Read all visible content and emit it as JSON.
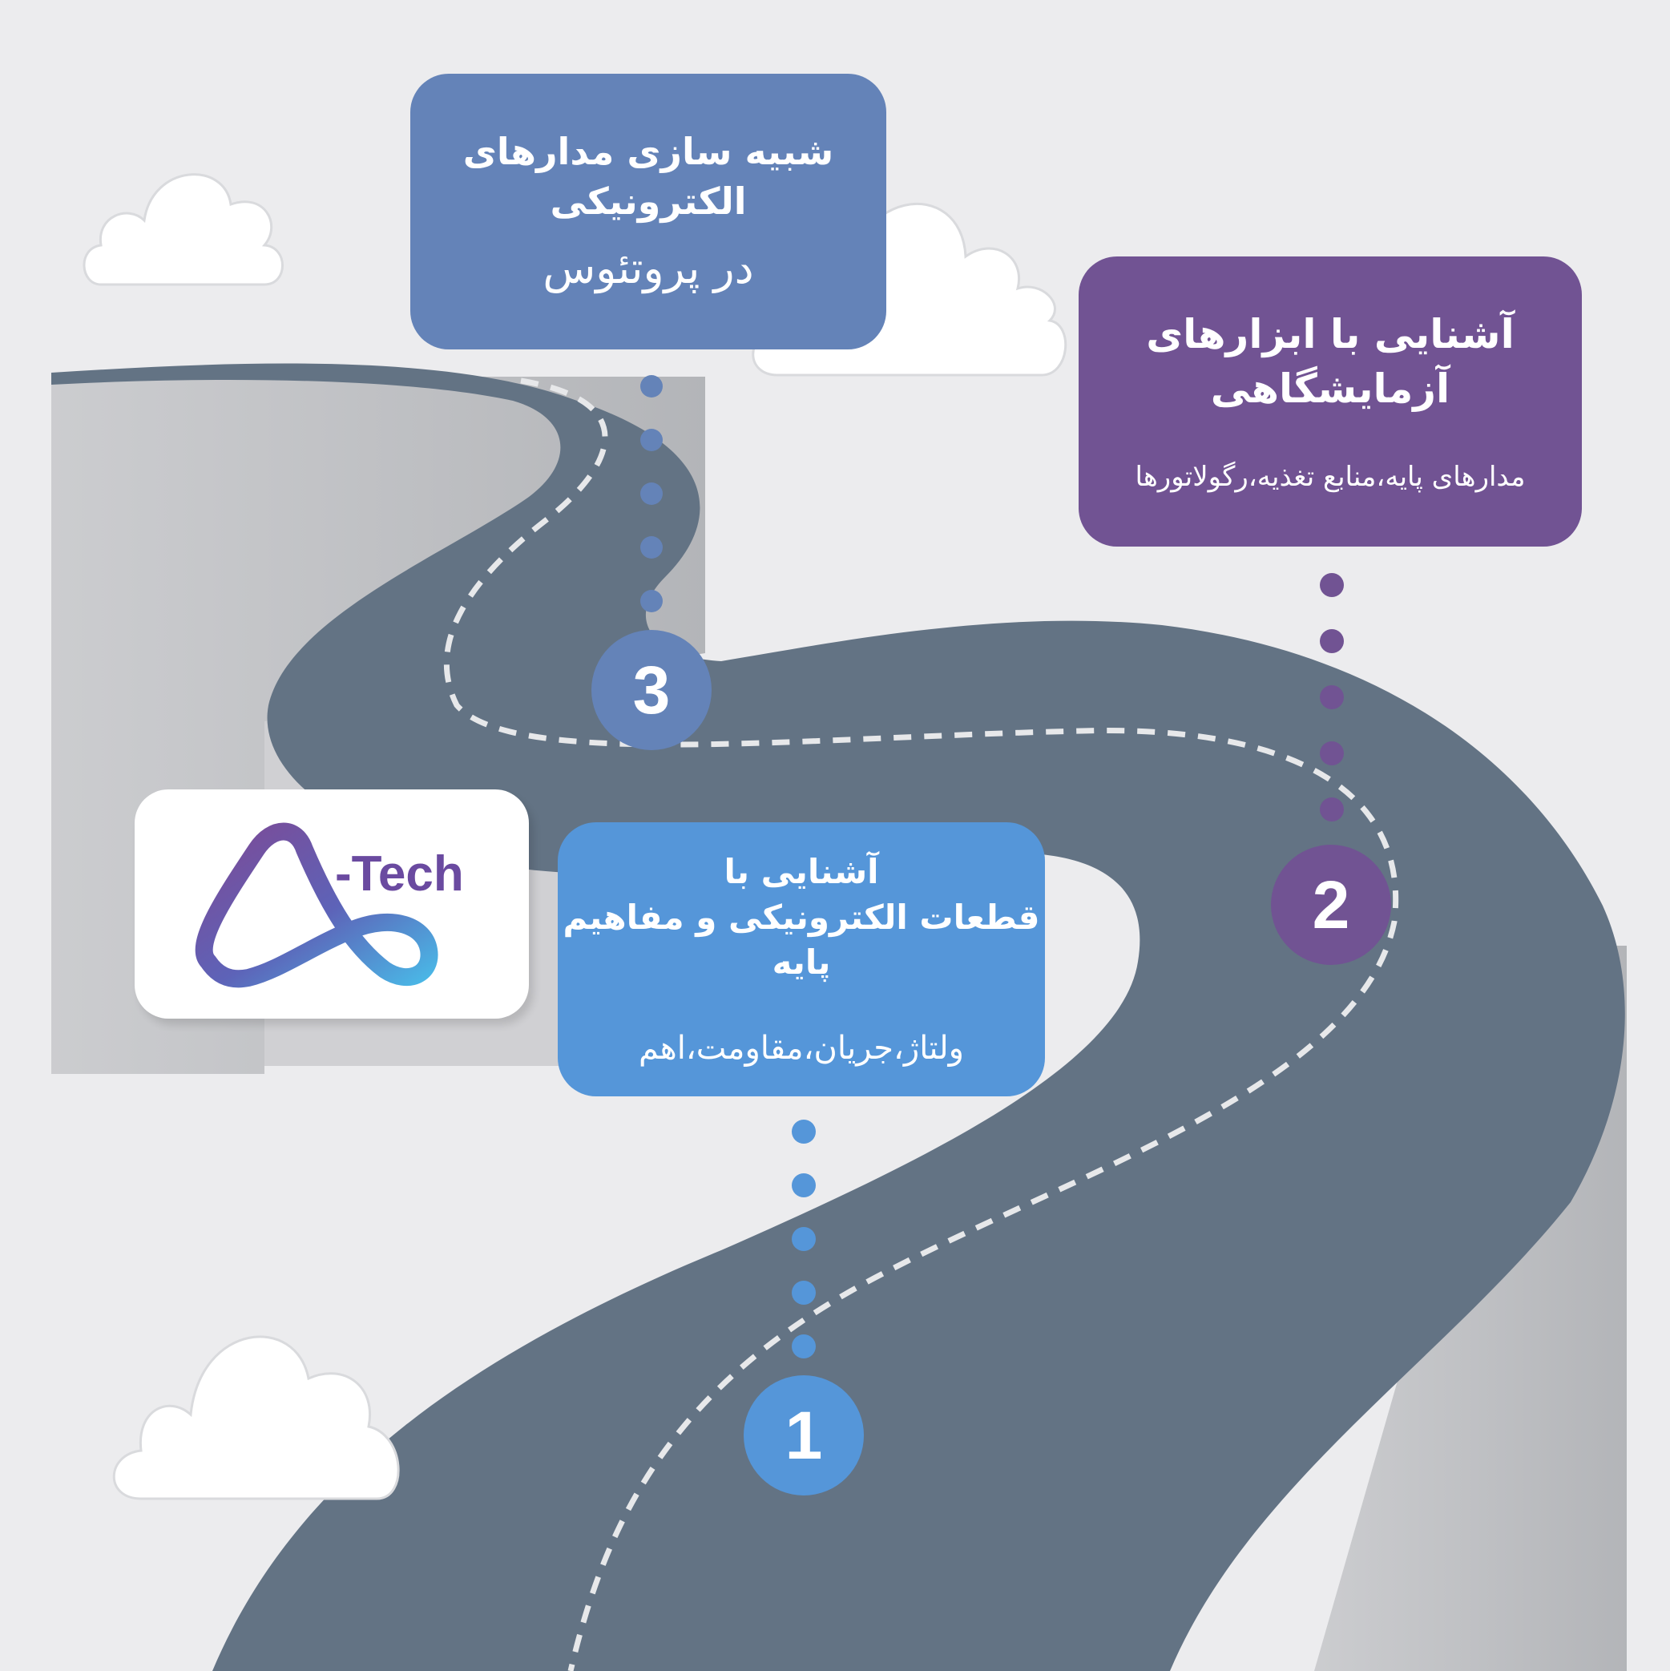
{
  "palette": {
    "background": "#ececee",
    "road": "#637384",
    "road_side": "#b7b8bb",
    "cloud": "#ffffff",
    "step1": "#5596d9",
    "step2": "#715393",
    "step3": "#6483b8",
    "logo_purple": "#6a4aa0",
    "logo_blue": "#4fb1e3"
  },
  "steps": [
    {
      "number": "1",
      "title_line1": "آشنایی با",
      "title_line2": "قطعات الکترونیکی و مفاهیم پایه",
      "subtitle": "ولتاژ،جریان،مقاومت،اهم",
      "color": "#5596d9"
    },
    {
      "number": "2",
      "title": "آشنایی با ابزارهای آزمایشگاهی",
      "subtitle": "مدارهای پایه،منابع تغذیه،رگولاتورها",
      "color": "#715393"
    },
    {
      "number": "3",
      "title": "شبیه سازی مدارهای الکترونیکی",
      "subtitle": "در پروتئوس",
      "color": "#6483b8"
    }
  ],
  "logo": {
    "icon": "a-tech-logo-icon",
    "text": "-Tech"
  },
  "icons": [
    "cloud-icon",
    "road-illustration",
    "connector-dots"
  ]
}
